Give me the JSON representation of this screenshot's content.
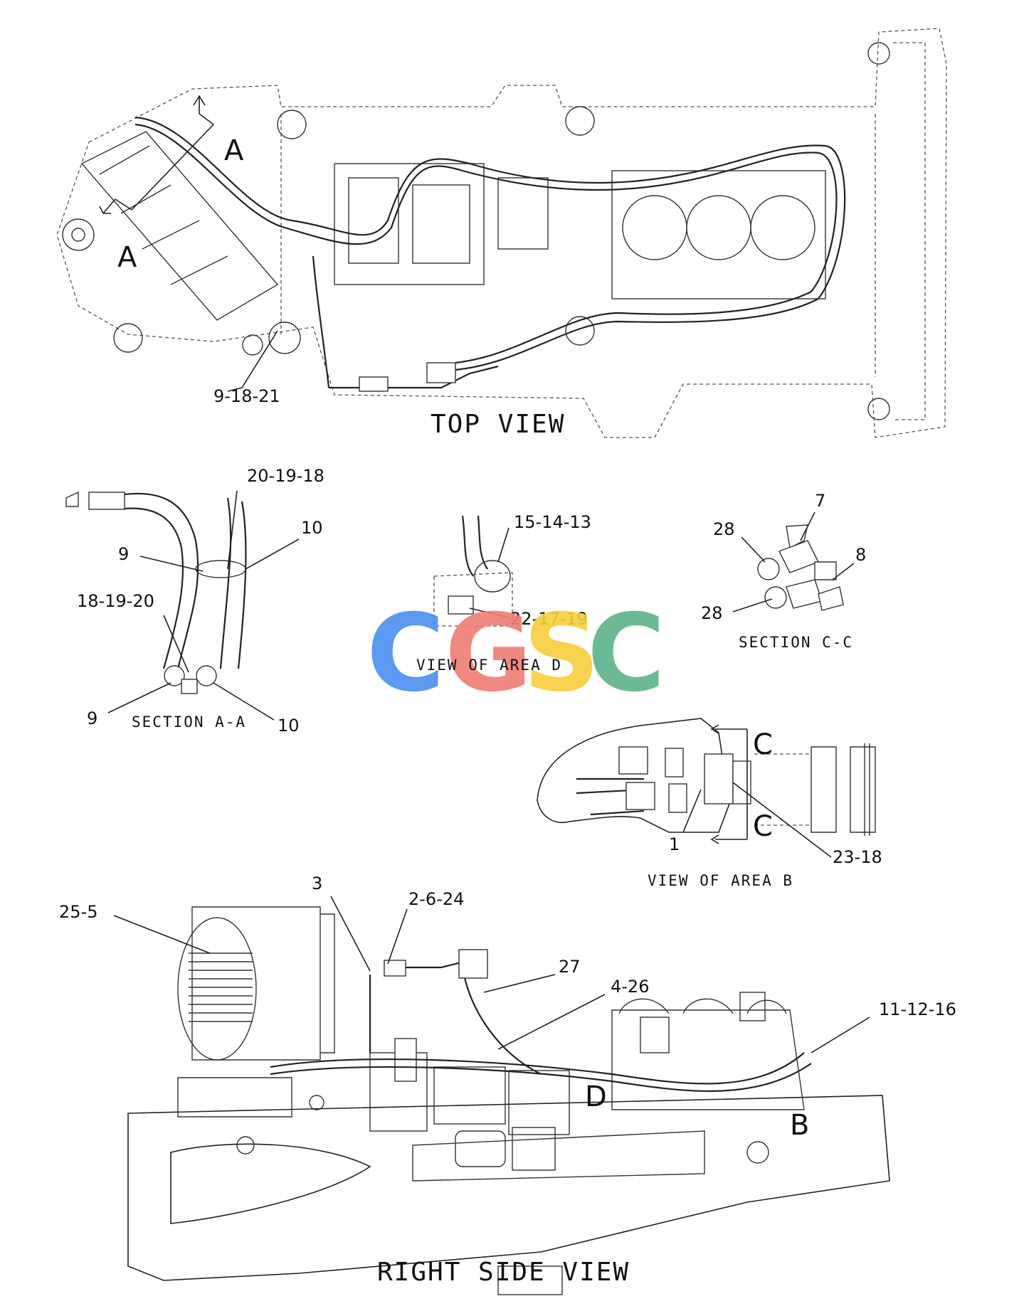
{
  "views": {
    "top": "TOP VIEW",
    "section_aa": "SECTION A-A",
    "area_d": "VIEW OF AREA D",
    "section_cc": "SECTION C-C",
    "area_b": "VIEW OF AREA B",
    "right_side": "RIGHT SIDE VIEW"
  },
  "section_markers": {
    "a_upper": "A",
    "a_lower": "A",
    "c_upper": "C",
    "c_lower": "C",
    "d": "D",
    "b": "B"
  },
  "callouts": {
    "top_9_18_21": "9-18-21",
    "sa_20_19_18": "20-19-18",
    "sa_10_top": "10",
    "sa_9_top": "9",
    "sa_18_19_20": "18-19-20",
    "sa_9_bottom": "9",
    "sa_10_bottom": "10",
    "ad_15_14_13": "15-14-13",
    "ad_22_17_19": "22-17-19",
    "cc_7": "7",
    "cc_8": "8",
    "cc_28_top": "28",
    "cc_28_bottom": "28",
    "ab_1": "1",
    "ab_23_18": "23-18",
    "rs_3": "3",
    "rs_25_5": "25-5",
    "rs_2_6_24": "2-6-24",
    "rs_27": "27",
    "rs_4_26": "4-26",
    "rs_11_12_16": "11-12-16"
  },
  "watermark": {
    "letters": [
      "C",
      "G",
      "S",
      "C"
    ],
    "colors": [
      "#4d8ff0",
      "#ef7d73",
      "#f7cf3c",
      "#5db388"
    ]
  }
}
